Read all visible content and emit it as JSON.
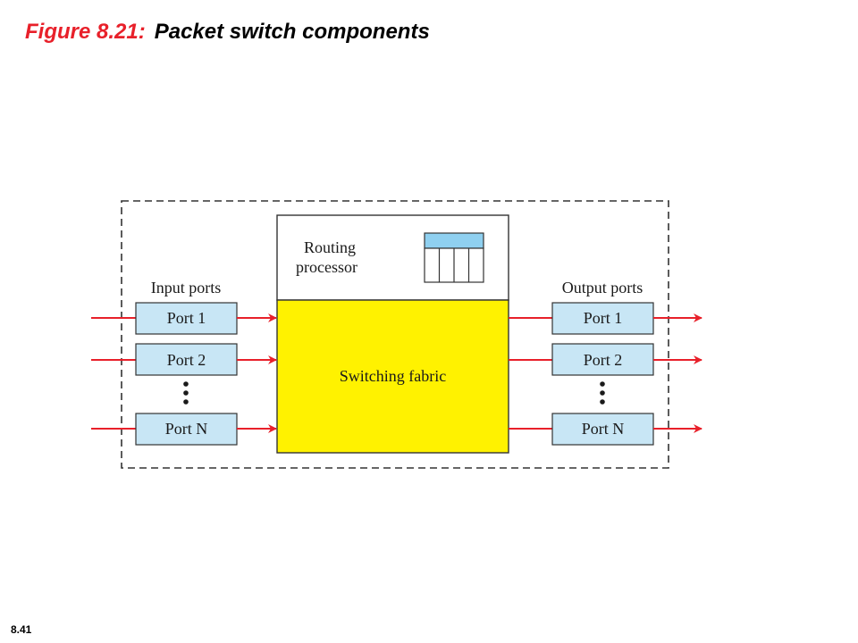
{
  "title": {
    "figure_number": "Figure 8.21:",
    "caption": "Packet switch components"
  },
  "page_number": "8.41",
  "diagram": {
    "routing_processor": {
      "line1": "Routing",
      "line2": "processor"
    },
    "switching_fabric": "Switching fabric",
    "input_ports": {
      "heading": "Input ports",
      "ports": [
        "Port 1",
        "Port 2",
        "Port N"
      ]
    },
    "output_ports": {
      "heading": "Output ports",
      "ports": [
        "Port 1",
        "Port 2",
        "Port N"
      ]
    },
    "colors": {
      "arrow": "#e8202a",
      "port_fill": "#c8e6f5",
      "fabric_fill": "#fff200",
      "table_header": "#8fd0f0",
      "title_accent": "#e8202a"
    }
  }
}
